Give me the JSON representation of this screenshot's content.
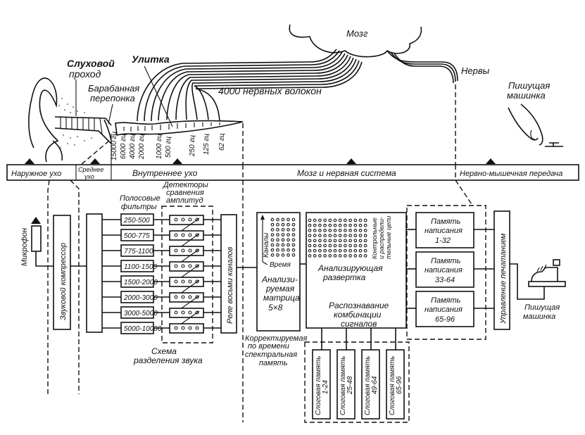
{
  "diagram": {
    "top_labels": {
      "ear_canal": [
        "Слуховой",
        "проход"
      ],
      "eardrum": [
        "Барабанная",
        "перепонка"
      ],
      "cochlea": "Улитка",
      "nerve_fibers": "4000 нервных волокон",
      "brain": "Мозг",
      "nerves": "Нервы",
      "typewriter_top": [
        "Пишущая",
        "машинка"
      ]
    },
    "cochlea_frequencies": [
      "15000 гц",
      "6000 гц",
      "4000 гц",
      "2000 гц",
      "1000 гц",
      "500 гц",
      "250 гц",
      "125 гц",
      "62 гц"
    ],
    "stage_bar": [
      {
        "id": "outer-ear",
        "label": "Наружное ухо"
      },
      {
        "id": "middle-ear",
        "label": "Среднее ухо"
      },
      {
        "id": "inner-ear",
        "label": "Внутреннее ухо"
      },
      {
        "id": "brain-nervous-system",
        "label": "Мозг и нервная система"
      },
      {
        "id": "neuromuscular",
        "label": "Нервно-мышечная передача"
      }
    ],
    "machine": {
      "microphone": "Микрофон",
      "compressor": "Звуковой компрессор",
      "filters_title": [
        "Полосовые",
        "фильтры"
      ],
      "detectors_title": [
        "Детекторы",
        "сравнения",
        "амплитуд"
      ],
      "filters": [
        "250-500",
        "500-775",
        "775-1100",
        "1100-1500",
        "1500-2000",
        "2000-3000",
        "3000-5000",
        "5000-10000"
      ],
      "relay": "Реле восьми каналов",
      "separation_caption": [
        "Схема",
        "разделения звука"
      ],
      "matrix": {
        "axis_channels": "Каналы",
        "axis_time": "Время",
        "label": [
          "Анализи-",
          "руемая",
          "матрица",
          "5×8"
        ],
        "rows": 8,
        "cols": 5
      },
      "scan": {
        "label": [
          "Анализирующая",
          "развертка"
        ],
        "recognition": [
          "Распознавание",
          "комбинации",
          "сигналов"
        ],
        "side_label": [
          "Контрольные",
          "и распредели-",
          "тельные цепи"
        ],
        "rows": 8,
        "cols": 12
      },
      "spectral_memory": [
        "Корректируемая",
        "по времени",
        "спектральная",
        "память"
      ],
      "syllable_memory": [
        {
          "title": "Слоговая память",
          "range": "1-24"
        },
        {
          "title": "Слоговая память",
          "range": "25-48"
        },
        {
          "title": "Слоговая память",
          "range": "49-64"
        },
        {
          "title": "Слоговая память",
          "range": "65-96"
        }
      ],
      "writing_memory": [
        {
          "title": [
            "Память",
            "написания"
          ],
          "range": "1-32"
        },
        {
          "title": [
            "Память",
            "написания"
          ],
          "range": "33-64"
        },
        {
          "title": [
            "Память",
            "написания"
          ],
          "range": "65-96"
        }
      ],
      "printer_control": "Управление печатанием",
      "typewriter": [
        "Пишущая",
        "машинка"
      ]
    }
  }
}
